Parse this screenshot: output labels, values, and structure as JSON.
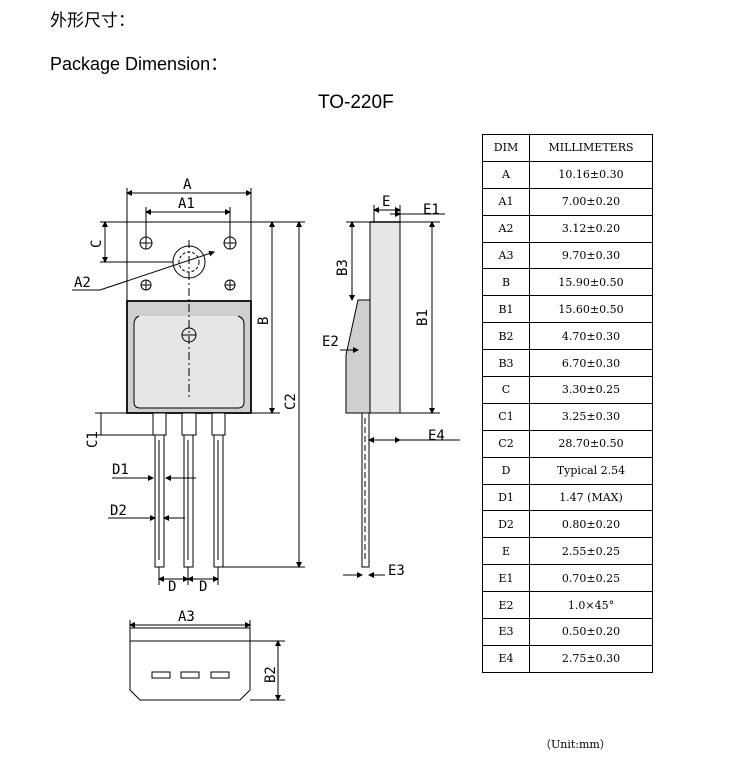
{
  "header": {
    "title_cn": "外形尺寸：",
    "title_en": "Package Dimension：",
    "package_name": "TO-220F"
  },
  "drawing_labels": {
    "A": "A",
    "A1": "A1",
    "A2": "A2",
    "A3": "A3",
    "B": "B",
    "B1": "B1",
    "B2": "B2",
    "B3": "B3",
    "C": "C",
    "C1": "C1",
    "C2": "C2",
    "D": "D",
    "D1": "D1",
    "D2": "D2",
    "E": "E",
    "E1": "E1",
    "E2": "E2",
    "E3": "E3",
    "E4": "E4"
  },
  "table": {
    "headers": [
      "DIM",
      "MILLIMETERS"
    ],
    "rows": [
      {
        "dim": "A",
        "mm": "10.16±0.30"
      },
      {
        "dim": "A1",
        "mm": "7.00±0.20"
      },
      {
        "dim": "A2",
        "mm": "3.12±0.20"
      },
      {
        "dim": "A3",
        "mm": "9.70±0.30"
      },
      {
        "dim": "B",
        "mm": "15.90±0.50"
      },
      {
        "dim": "B1",
        "mm": "15.60±0.50"
      },
      {
        "dim": "B2",
        "mm": "4.70±0.30"
      },
      {
        "dim": "B3",
        "mm": "6.70±0.30"
      },
      {
        "dim": "C",
        "mm": "3.30±0.25"
      },
      {
        "dim": "C1",
        "mm": "3.25±0.30"
      },
      {
        "dim": "C2",
        "mm": "28.70±0.50"
      },
      {
        "dim": "D",
        "mm": "Typical 2.54"
      },
      {
        "dim": "D1",
        "mm": "1.47 (MAX)"
      },
      {
        "dim": "D2",
        "mm": "0.80±0.20"
      },
      {
        "dim": "E",
        "mm": "2.55±0.25"
      },
      {
        "dim": "E1",
        "mm": "0.70±0.25"
      },
      {
        "dim": "E2",
        "mm": "1.0×45°"
      },
      {
        "dim": "E3",
        "mm": "0.50±0.20"
      },
      {
        "dim": "E4",
        "mm": "2.75±0.30"
      }
    ]
  },
  "footer": {
    "unit": "（Unit:mm）"
  }
}
